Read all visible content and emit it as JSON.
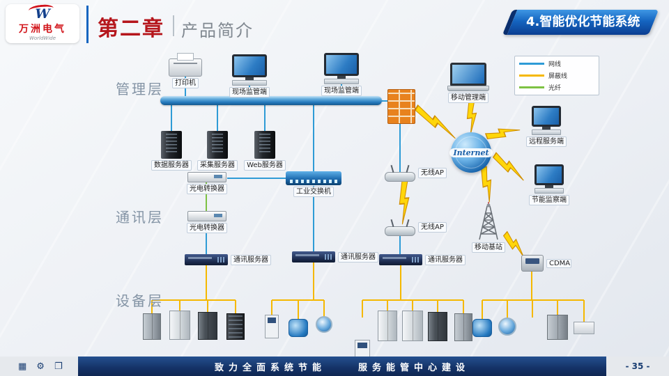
{
  "header": {
    "logo": {
      "brand_cn": "万洲电气",
      "brand_en": "WorldWide"
    },
    "chapter": "第二章",
    "subtitle": "产品简介",
    "badge": "4.智能优化节能系统"
  },
  "layers": {
    "management": "管理层",
    "communication": "通讯层",
    "device": "设备层"
  },
  "legend": {
    "items": [
      {
        "label": "网线",
        "color": "#2e9bd6"
      },
      {
        "label": "屏蔽线",
        "color": "#f5b800"
      },
      {
        "label": "光纤",
        "color": "#7dc243"
      }
    ]
  },
  "nodes": {
    "printer": "打印机",
    "monitor1": "现场监管端",
    "monitor2": "现场监管端",
    "data_server": "数据服务器",
    "collect_server": "采集服务器",
    "web_server": "Web服务器",
    "oec_top": "光电转换器",
    "oec_bottom": "光电转换器",
    "switch": "工业交换机",
    "ap_top": "无线AP",
    "ap_bottom": "无线AP",
    "comm_server1": "通讯服务器",
    "comm_server2": "通讯服务器",
    "comm_server3": "通讯服务器",
    "mobile_mgmt": "移动管理端",
    "internet": "Internet",
    "remote_server": "远程服务端",
    "energy_monitor": "节能监察端",
    "base_station": "移动基站",
    "cdma": "CDMA"
  },
  "footer": {
    "slogan_left": "致力全面系统节能",
    "slogan_right": "服务能管中心建设",
    "page": "- 35 -",
    "icon_glyphs": {
      "grid": "▦",
      "gear": "⚙",
      "book": "❐"
    }
  },
  "colors": {
    "accent_blue": "#1565c0",
    "badge_blue": "#0b3e91",
    "title_red": "#b5161c",
    "bolt_yellow": "#ffd60a",
    "footer_navy": "#143266"
  }
}
